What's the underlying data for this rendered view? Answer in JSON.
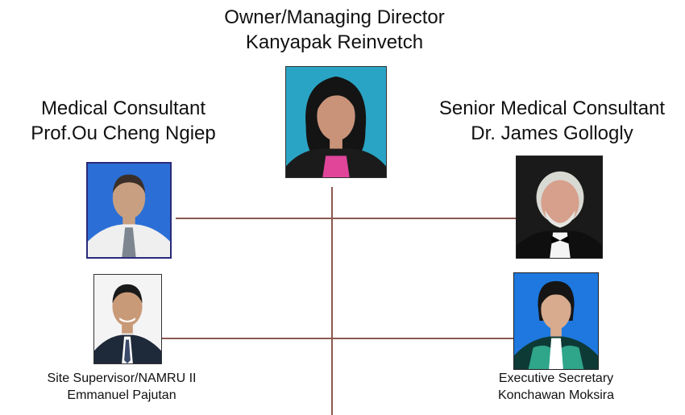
{
  "owner": {
    "title": "Owner/Managing Director",
    "name": "Kanyapak Reinvetch"
  },
  "medical_consultant": {
    "title": "Medical Consultant",
    "name": "Prof.Ou Cheng Ngiep"
  },
  "senior_consultant": {
    "title": "Senior Medical Consultant",
    "name": "Dr. James Gollogly"
  },
  "site_supervisor": {
    "title": "Site Supervisor/NAMRU II",
    "name": "Emmanuel Pajutan"
  },
  "executive_secretary": {
    "title": "Executive Secretary",
    "name": "Konchawan Moksira"
  },
  "colors": {
    "connector": "#8a5a50",
    "photo_bg_blue": "#2b6fd6",
    "photo_bg_white": "#f4f4f4",
    "photo_bg_dark": "#1a1a1a"
  }
}
